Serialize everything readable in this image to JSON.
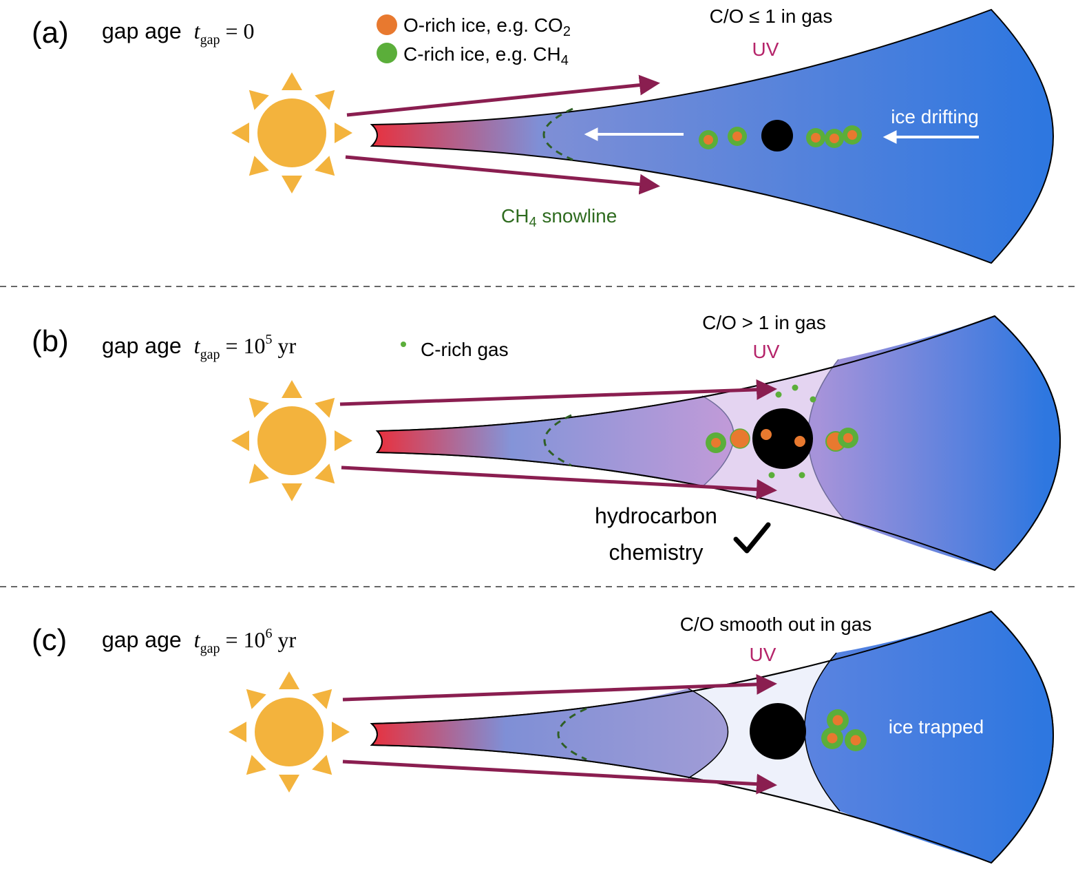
{
  "colors": {
    "sun": "#F3B33D",
    "arrow": "#8A1E50",
    "uv_text": "#B5246A",
    "disk_inner": "#E8313E",
    "disk_mid": "#7F8FD6",
    "disk_outer": "#2E77E0",
    "gap_pink": "#C69BD8",
    "gap_light": "#E9E9F8",
    "o_ice": "#E8792F",
    "c_ice": "#5BAE3A",
    "snowline": "#2F5F25",
    "snowline_label": "#2E6B1F",
    "planet": "#000000"
  },
  "panels": [
    {
      "id": "a",
      "letter": "(a)",
      "gap_label": "gap age",
      "t_var": "t",
      "t_sub": "gap",
      "t_eq": " = 0",
      "t_base": "",
      "t_exp": "",
      "t_unit": "",
      "co_label": "C/O ≤ 1 in gas",
      "uv": "UV",
      "legend": [
        {
          "icon": "o-rich-ice-icon",
          "text": "O-rich ice, e.g. CO",
          "sub": "2"
        },
        {
          "icon": "c-rich-ice-icon",
          "text": "C-rich ice, e.g. CH",
          "sub": "4"
        }
      ],
      "ice_label": "ice drifting",
      "snow_label": "CH",
      "snow_sub": "4",
      "snow_tail": " snowline"
    },
    {
      "id": "b",
      "letter": "(b)",
      "gap_label": "gap age",
      "t_var": "t",
      "t_sub": "gap",
      "t_eq": " = ",
      "t_base": "10",
      "t_exp": "5",
      "t_unit": " yr",
      "co_label": "C/O > 1 in gas",
      "uv": "UV",
      "legend_gas": "C-rich gas",
      "chem_1": "hydrocarbon",
      "chem_2": "chemistry"
    },
    {
      "id": "c",
      "letter": "(c)",
      "gap_label": "gap age",
      "t_var": "t",
      "t_sub": "gap",
      "t_eq": " = ",
      "t_base": "10",
      "t_exp": "6",
      "t_unit": " yr",
      "co_label": "C/O smooth out in gas",
      "uv": "UV",
      "trapped_label": "ice trapped"
    }
  ]
}
